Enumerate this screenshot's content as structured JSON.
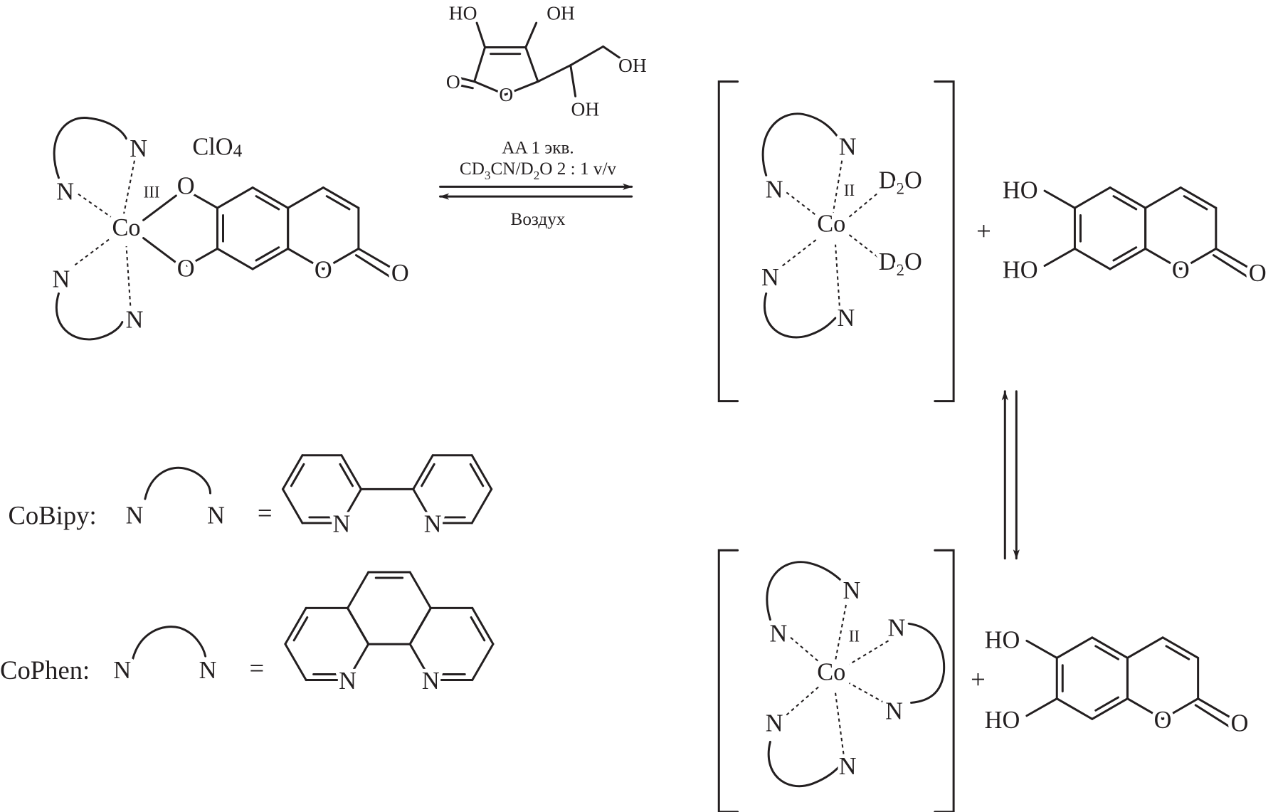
{
  "atoms": {
    "N": "N",
    "O": "O",
    "HO": "HO",
    "OH": "OH",
    "Co": "Co"
  },
  "reaction": {
    "reagent": "AA 1 экв.",
    "solvent": {
      "part1": "CD",
      "sub1": "3",
      "part2": "CN/D",
      "sub2": "2",
      "part3": "O 2 : 1 v/v"
    },
    "reverse_condition": "Воздух"
  },
  "complex_start": {
    "oxidation_state": "III",
    "counterion": "ClO",
    "counterion_sub": "4"
  },
  "complex_aqua": {
    "oxidation_state": "II",
    "ligand_part1": "D",
    "ligand_sub": "2",
    "ligand_part2": "O"
  },
  "complex_tris": {
    "oxidation_state": "II"
  },
  "plus": "+",
  "equals": "=",
  "legend": [
    {
      "label": "CoBipy:"
    },
    {
      "label": "CoPhen:"
    }
  ]
}
